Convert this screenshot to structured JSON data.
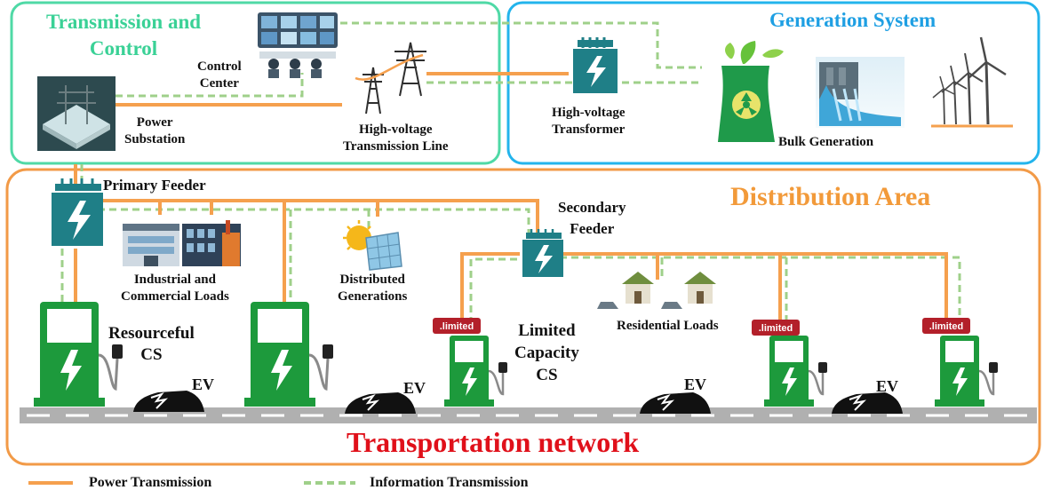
{
  "sections": {
    "transmission_title": [
      "Transmission and",
      "Control"
    ],
    "generation_title": "Generation System",
    "distribution_title": "Distribution Area",
    "transportation_title": "Transportation network"
  },
  "labels": {
    "control_center": [
      "Control",
      "Center"
    ],
    "power_substation": [
      "Power",
      "Substation"
    ],
    "hv_line": [
      "High-voltage",
      "Transmission Line"
    ],
    "hv_transformer": [
      "High-voltage",
      "Transformer"
    ],
    "bulk_generation": "Bulk Generation",
    "primary_feeder": "Primary Feeder",
    "secondary_feeder": [
      "Secondary",
      "Feeder"
    ],
    "industrial_loads": [
      "Industrial and",
      "Commercial Loads"
    ],
    "distributed_generations": [
      "Distributed",
      "Generations"
    ],
    "residential_loads": "Residential Loads",
    "resourceful_cs": [
      "Resourceful",
      "CS"
    ],
    "limited_cs": [
      "Limited",
      "Capacity",
      "CS"
    ],
    "ev": "EV",
    "limited_tag": ".limited"
  },
  "legend": {
    "power": "Power Transmission",
    "info": "Information Transmission"
  },
  "colors": {
    "transmission_border": "#4fd9a6",
    "transmission_title": "#3ad196",
    "generation_border": "#23b4ec",
    "generation_title": "#1e9fe3",
    "distribution_border": "#f29a47",
    "distribution_title": "#f29a3a",
    "transportation_title": "#e0101a",
    "power_line": "#f5a04e",
    "info_line": "#9fd08a",
    "charger_green": "#1d9a3c",
    "transformer_teal": "#1f7f87",
    "limited_red": "#b3202a",
    "road": "#b0b0b0"
  }
}
